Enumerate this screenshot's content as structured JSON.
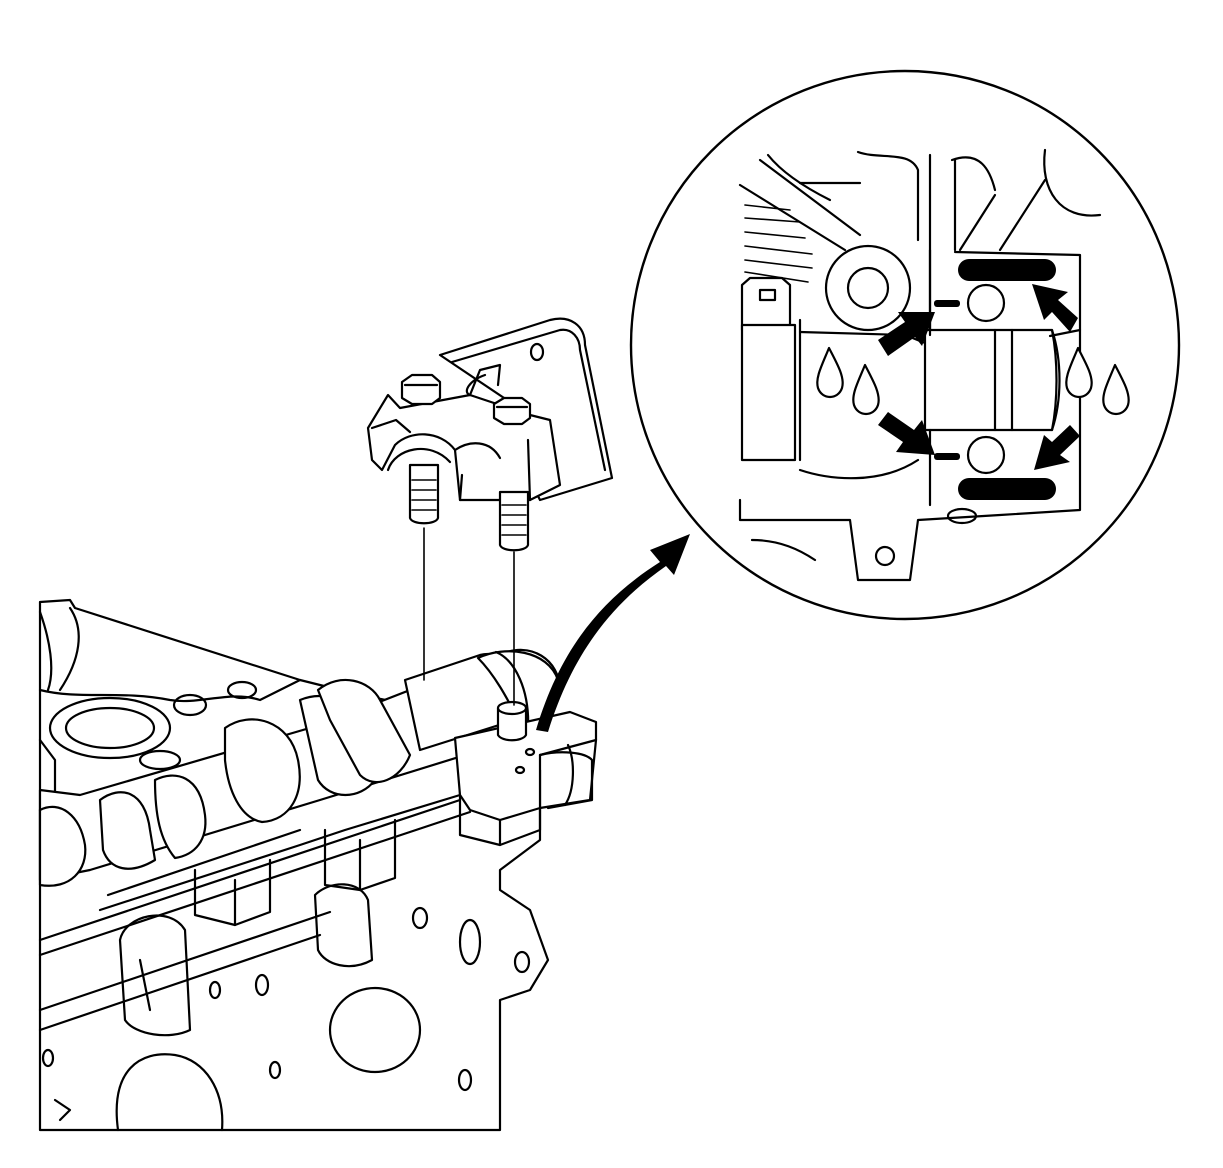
{
  "diagram": {
    "labels": [],
    "colors": {
      "line": "#000000",
      "background": "#ffffff"
    },
    "parts": [
      "cylinder-head",
      "camshaft",
      "camshaft-bearing-cap",
      "cap-bolt",
      "locating-dowel",
      "detail-magnifier"
    ],
    "callouts": {
      "arrows_in_detail": 4,
      "sealant_bars": 2,
      "fluid_drops": 4
    }
  }
}
